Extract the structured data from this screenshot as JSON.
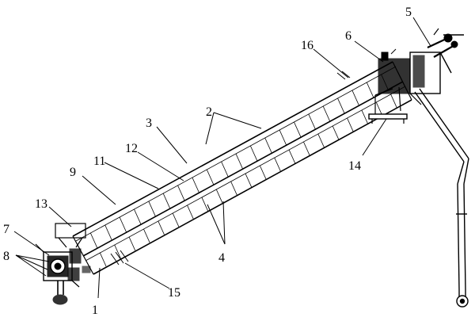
{
  "labels": {
    "l1": "1",
    "l2": "2",
    "l3": "3",
    "l4": "4",
    "l5": "5",
    "l6": "6",
    "l7": "7",
    "l8": "8",
    "l9": "9",
    "l11": "11",
    "l12": "12",
    "l13": "13",
    "l14": "14",
    "l15": "15",
    "l16": "16"
  }
}
